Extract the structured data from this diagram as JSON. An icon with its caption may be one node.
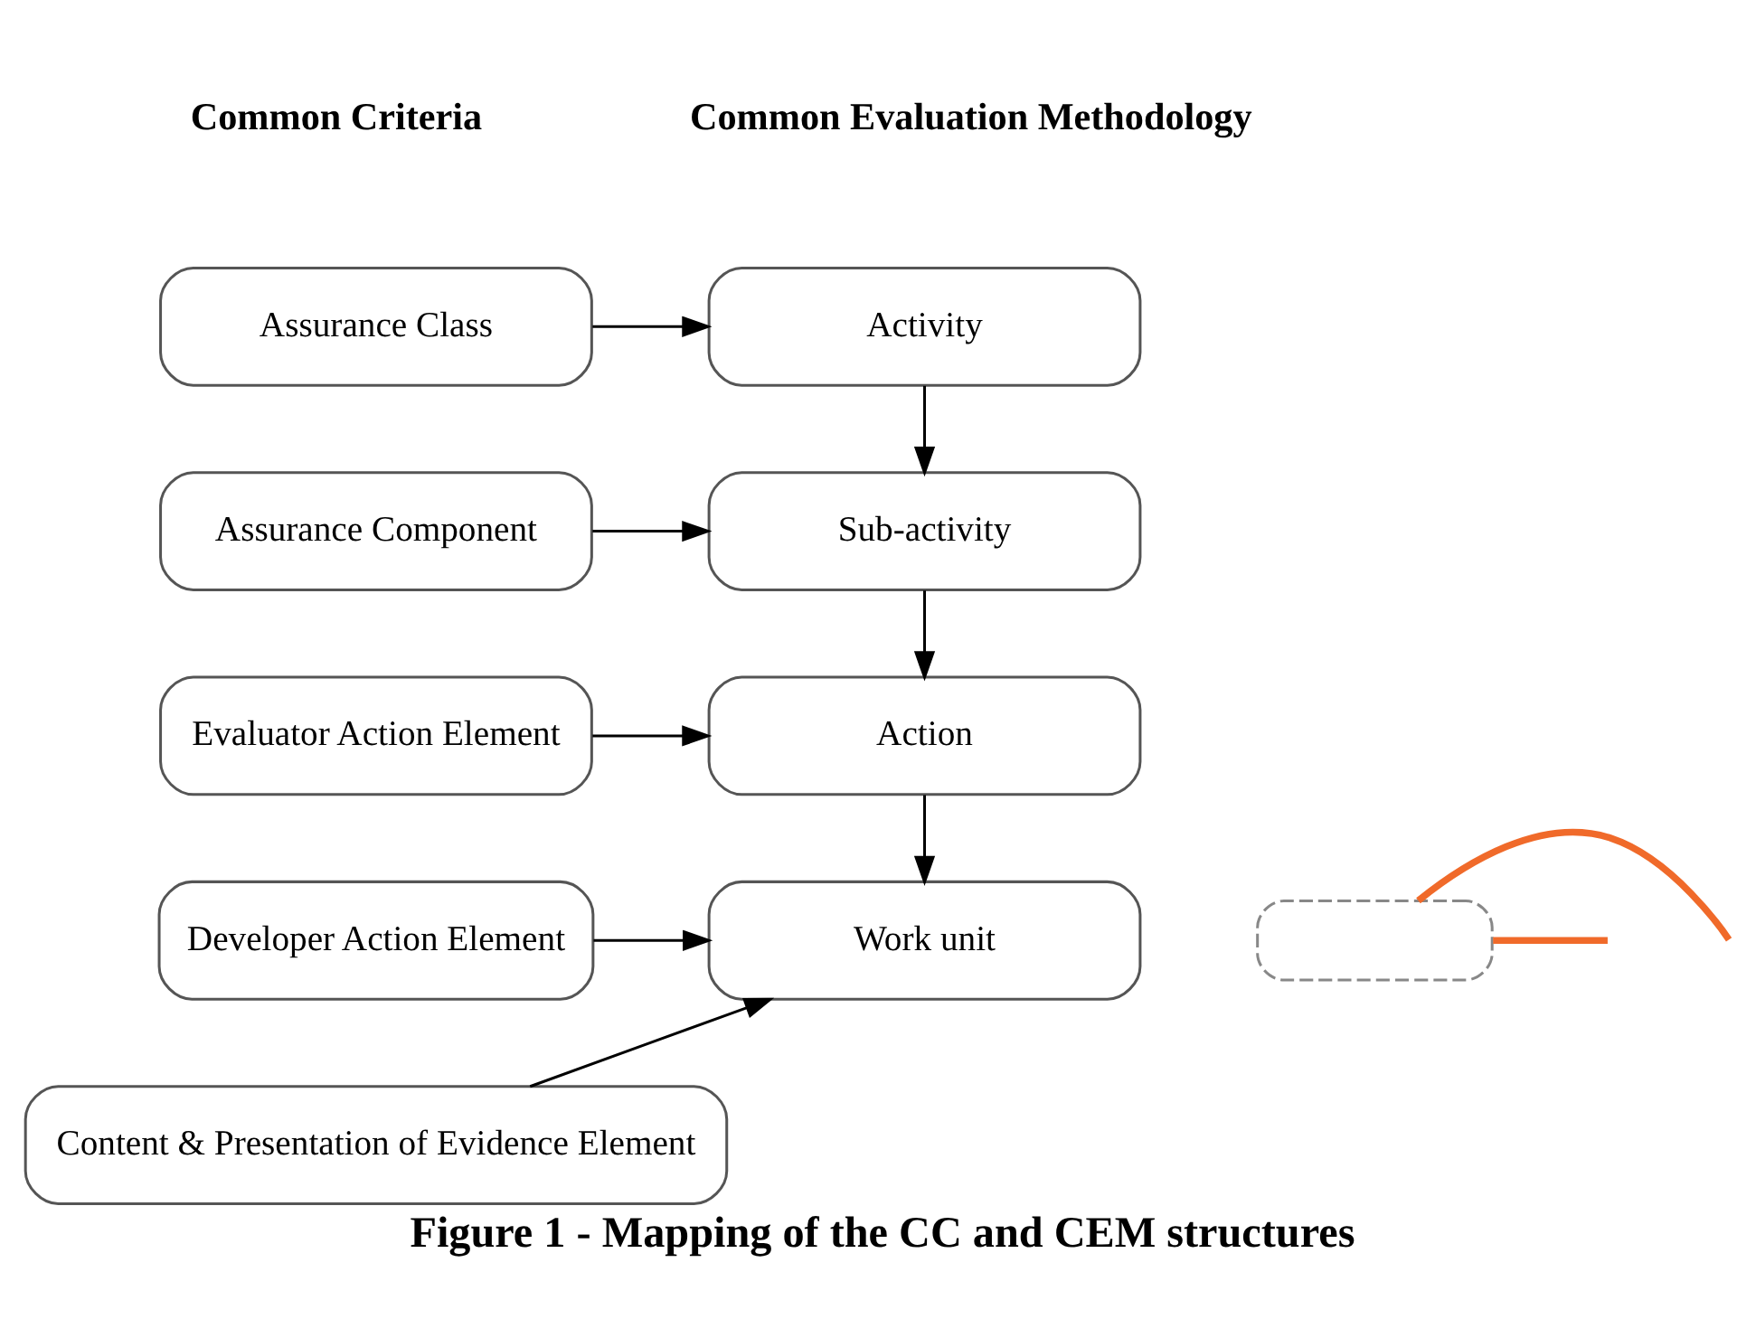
{
  "diagram": {
    "caption": "Figure 1 - Mapping of the CC and CEM structures",
    "nodes": [
      {
        "text": [
          "Assurance Class"
        ]
      },
      {
        "text": [
          "Activity"
        ]
      },
      {
        "text": [
          "Assurance Component"
        ]
      },
      {
        "text": [
          "Sub-activity"
        ]
      },
      {
        "text": [
          "Evaluator Action Element"
        ]
      },
      {
        "text": [
          "Action"
        ]
      },
      {
        "text": [
          "Developer Action Element"
        ]
      },
      {
        "text": [
          "Work unit"
        ]
      },
      {
        "text": [
          "Content & Presentation of Evidence Element"
        ]
      },
      {
        "text": [],
        "shape": "box"
      }
    ],
    "edges": [
      {
        "from": 0,
        "to": 1,
        "arrow": "to"
      },
      {
        "from": 1,
        "to": 3,
        "arrow": "to"
      },
      {
        "from": 2,
        "to": 3,
        "arrow": "to"
      },
      {
        "from": 3,
        "to": 5,
        "arrow": "to"
      },
      {
        "from": 4,
        "to": 5,
        "arrow": "to"
      },
      {
        "from": 5,
        "to": 7,
        "arrow": "to"
      },
      {
        "from": 6,
        "to": 7,
        "arrow": "to"
      },
      {
        "from": 8,
        "to": 7,
        "arrow": "to"
      },
      {
        "from": null,
        "to": 9,
        "arrow": "none",
        "style": "thick",
        "color": "#f06a2a"
      },
      {
        "from": null,
        "to": 9,
        "arrow": "none",
        "style": "thick",
        "color": "#f06a2a"
      }
    ],
    "labels": [
      "Common Criteria",
      "Common Evaluation Methodology"
    ]
  }
}
